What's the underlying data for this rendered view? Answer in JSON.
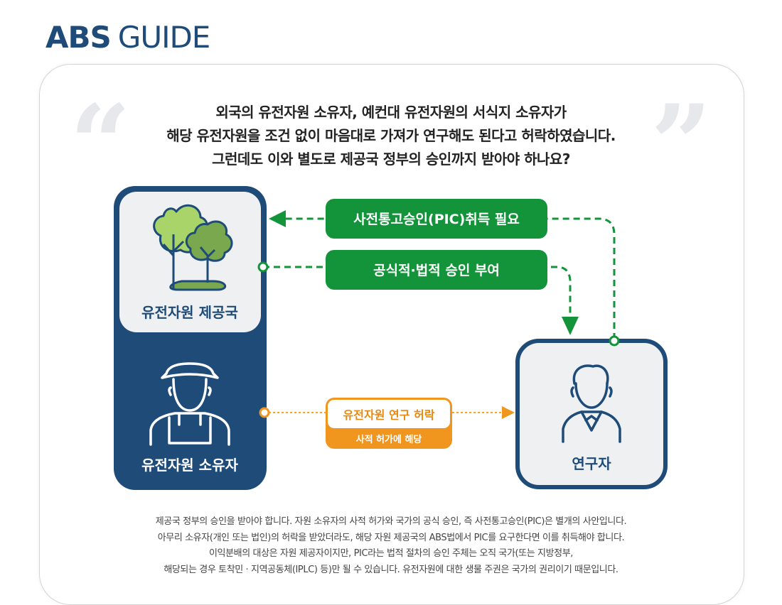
{
  "header": {
    "title_bold": "ABS",
    "title_light": "GUIDE"
  },
  "question": {
    "lines": [
      "외국의 유전자원 소유자, 예컨대 유전자원의 서식지 소유자가",
      "해당 유전자원을 조건 없이 마음대로 가져가 연구해도 된다고 허락하였습니다.",
      "그런데도 이와 별도로 제공국 정부의 승인까지 받아야 하나요?"
    ]
  },
  "diagram": {
    "provider_label": "유전자원 제공국",
    "owner_label": "유전자원 소유자",
    "researcher_label": "연구자",
    "pic_label": "사전통고승인(PIC)취득 필요",
    "approval_label": "공식적·법적 승인 부여",
    "permission_label": "유전자원 연구 허락",
    "permission_sub": "사적 허가에 해당"
  },
  "colors": {
    "navy": "#1f4b78",
    "green": "#13933a",
    "orange": "#f0951e",
    "panel": "#eef0f1"
  },
  "footer": {
    "lines": [
      "제공국 정부의 승인을 받아야 합니다. 자원 소유자의 사적 허가와 국가의 공식 승인, 즉 사전통고승인(PIC)은 별개의 사안입니다.",
      "아무리 소유자(개인 또는 법인)의 허락을 받았더라도, 해당 자원 제공국의 ABS법에서 PIC를 요구한다면 이를 취득해야 합니다.",
      "이익분배의 대상은 자원 제공자이지만, PIC라는 법적 절차의 승인 주체는 오직 국가(또는 지방정부,",
      "해당되는 경우 토착민 · 지역공동체(IPLC) 등)만 될 수 있습니다. 유전자원에 대한 생물 주권은 국가의 권리이기 때문입니다."
    ]
  }
}
